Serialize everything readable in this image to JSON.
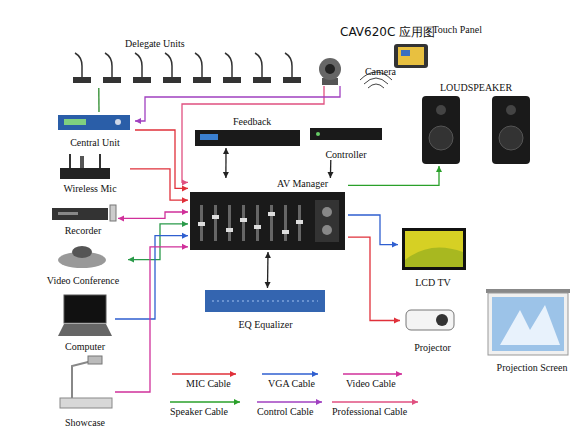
{
  "diagram": {
    "title": "CAV620C 应用图",
    "nodes": [
      {
        "text": [
          "Delegate Units"
        ]
      },
      {
        "text": [
          "Camera"
        ]
      },
      {
        "text": [
          "Touch Panel"
        ]
      },
      {
        "text": [
          "LOUDSPEAKER"
        ]
      },
      {
        "text": [
          "Central Unit"
        ]
      },
      {
        "text": [
          "Feedback"
        ]
      },
      {
        "text": [
          "Controller"
        ]
      },
      {
        "text": [
          "Wireless Mic"
        ]
      },
      {
        "text": [
          "AV Manager"
        ]
      },
      {
        "text": [
          "Recorder"
        ]
      },
      {
        "text": [
          "LCD TV"
        ]
      },
      {
        "text": [
          "Video Conference"
        ]
      },
      {
        "text": [
          "EQ Equalizer"
        ]
      },
      {
        "text": [
          "Computer"
        ]
      },
      {
        "text": [
          "Projector"
        ]
      },
      {
        "text": [
          "Projection Screen"
        ]
      },
      {
        "text": [
          "Showcase"
        ]
      }
    ],
    "edges": [
      {
        "from": 0,
        "to": 4,
        "arrow": "none"
      },
      {
        "from": 4,
        "to": 8,
        "arrow": "to"
      },
      {
        "from": 7,
        "to": 8,
        "arrow": "to"
      },
      {
        "from": 9,
        "to": 8,
        "arrow": "both"
      },
      {
        "from": 11,
        "to": 8,
        "arrow": "both"
      },
      {
        "from": 13,
        "to": 8,
        "arrow": "to"
      },
      {
        "from": 16,
        "to": 8,
        "arrow": "to"
      },
      {
        "from": 1,
        "to": 8,
        "arrow": "to"
      },
      {
        "from": 1,
        "to": 4,
        "arrow": "to"
      },
      {
        "from": 5,
        "to": 8,
        "arrow": "both"
      },
      {
        "from": 6,
        "to": 8,
        "arrow": "to"
      },
      {
        "from": 8,
        "to": 3,
        "arrow": "to"
      },
      {
        "from": 8,
        "to": 10,
        "arrow": "to"
      },
      {
        "from": 8,
        "to": 14,
        "arrow": "to"
      },
      {
        "from": 8,
        "to": 12,
        "arrow": "both"
      }
    ],
    "legend": [
      {
        "text": "MIC Cable"
      },
      {
        "text": "VGA Cable"
      },
      {
        "text": "Video Cable"
      },
      {
        "text": "Speaker Cable"
      },
      {
        "text": "Control Cable"
      },
      {
        "text": "Professional Cable"
      }
    ]
  }
}
